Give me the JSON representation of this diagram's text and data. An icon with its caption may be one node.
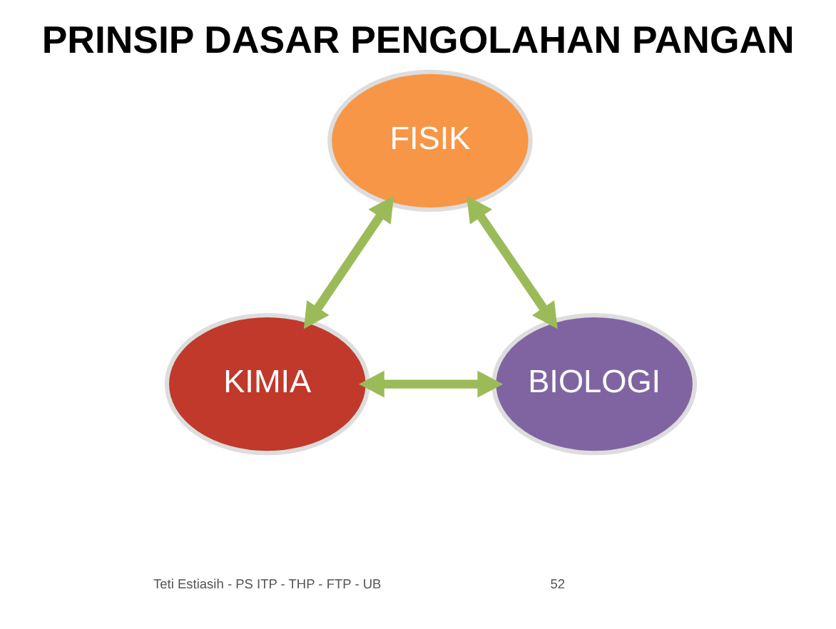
{
  "diagram": {
    "title": "PRINSIP DASAR PENGOLAHAN PANGAN",
    "nodes": [
      {
        "text": [
          "FISIK"
        ]
      },
      {
        "text": [
          "KIMIA"
        ]
      },
      {
        "text": [
          "BIOLOGI"
        ]
      }
    ],
    "edges": [
      {
        "from": 1,
        "to": 0,
        "arrow": "both"
      },
      {
        "from": 0,
        "to": 2,
        "arrow": "both"
      },
      {
        "from": 1,
        "to": 2,
        "arrow": "both"
      }
    ],
    "labels": [
      "Teti Estiasih - PS ITP - THP - FTP - UB",
      "52"
    ]
  }
}
